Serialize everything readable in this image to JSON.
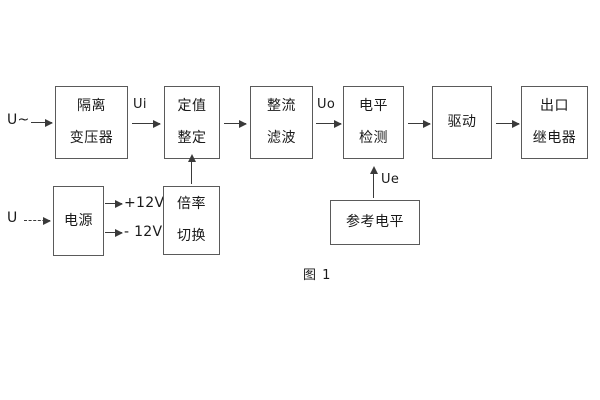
{
  "diagram": {
    "caption": "图 1",
    "blocks": [
      {
        "id": "isolation-transformer",
        "lines": [
          "隔离",
          "变压器"
        ]
      },
      {
        "id": "setting-value",
        "lines": [
          "定值",
          "整定"
        ]
      },
      {
        "id": "rectifier-filter",
        "lines": [
          "整流",
          "滤波"
        ]
      },
      {
        "id": "level-detection",
        "lines": [
          "电平",
          "检测"
        ]
      },
      {
        "id": "drive",
        "lines": [
          "驱动"
        ]
      },
      {
        "id": "output-relay",
        "lines": [
          "出口",
          "继电器"
        ]
      },
      {
        "id": "power-supply",
        "lines": [
          "电源"
        ]
      },
      {
        "id": "multiplier-switch",
        "lines": [
          "倍率",
          "切换"
        ]
      },
      {
        "id": "reference-level",
        "lines": [
          "参考电平"
        ]
      }
    ],
    "signals": {
      "ac_input": "U~",
      "dc_input": "U",
      "ui": "Ui",
      "uo": "Uo",
      "ue": "Ue",
      "rail_positive": "+12V",
      "rail_negative": "- 12V"
    },
    "colors": {
      "box_border": "#5a5a5a",
      "arrow": "#3a3a3a",
      "text": "#1a1a1a",
      "background": "#ffffff"
    }
  }
}
